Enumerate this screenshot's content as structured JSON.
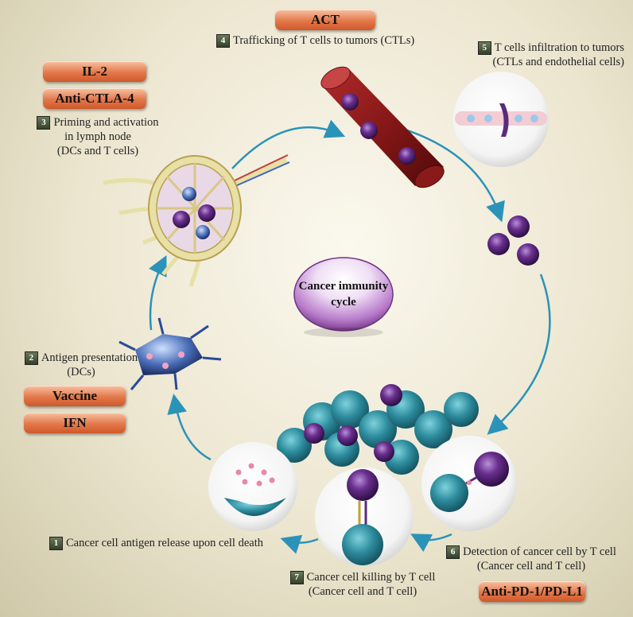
{
  "center": {
    "label_line1": "Cancer immunity",
    "label_line2": "cycle"
  },
  "drugs": {
    "act": "ACT",
    "il2": "IL-2",
    "anti_ctla4": "Anti-CTLA-4",
    "vaccine": "Vaccine",
    "ifn": "IFN",
    "anti_pd1": "Anti-PD-1/PD-L1"
  },
  "steps": {
    "s1": {
      "num": "1",
      "line1": "Cancer cell antigen release upon cell death"
    },
    "s2": {
      "num": "2",
      "line1": "Antigen presentation",
      "line2": "(DCs)"
    },
    "s3": {
      "num": "3",
      "line1": "Priming and activation",
      "line2": "in lymph node",
      "line3": "(DCs and T cells)"
    },
    "s4": {
      "num": "4",
      "line1": "Trafficking of  T cells to tumors (CTLs)"
    },
    "s5": {
      "num": "5",
      "line1": "T cells infiltration to tumors",
      "line2": "(CTLs and endothelial cells)"
    },
    "s6": {
      "num": "6",
      "line1": "Detection of cancer cell by T cell",
      "line2": "(Cancer cell and T cell)"
    },
    "s7": {
      "num": "7",
      "line1": "Cancer cell killing by T cell",
      "line2": "(Cancer cell and T cell)"
    }
  },
  "colors": {
    "arrow": "#2b93b8",
    "t_cell": "#5a2a7a",
    "cancer_cell": "#2f8c9a",
    "vessel": "#8e1e1e",
    "drug_label": "#e3784a"
  }
}
